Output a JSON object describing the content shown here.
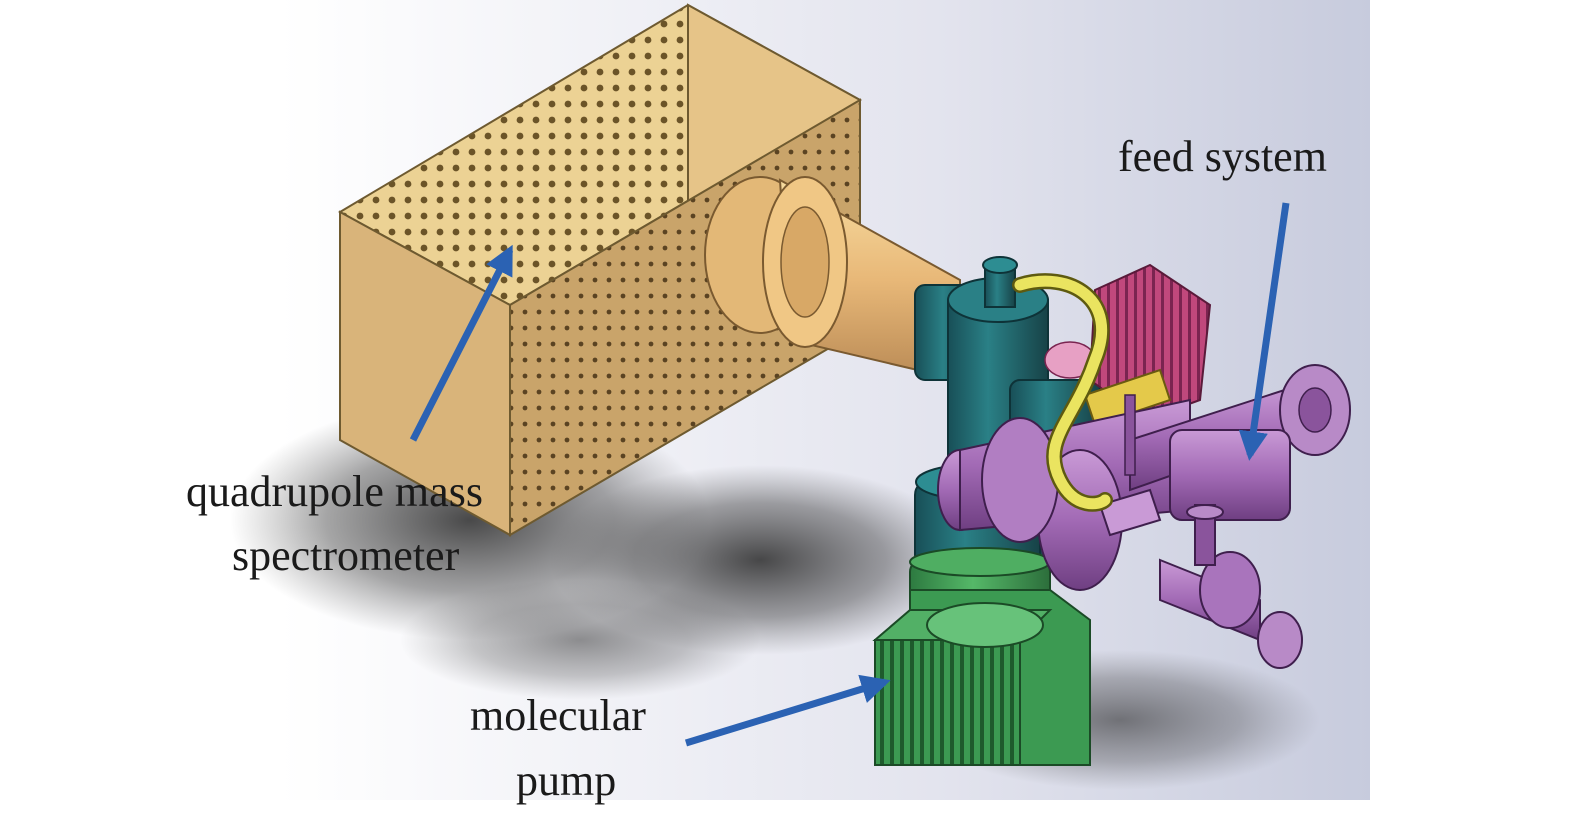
{
  "labels": {
    "feed_system": "feed system",
    "qms_line1": "quadrupole mass",
    "qms_line2": "spectrometer",
    "pump_line1": "molecular",
    "pump_line2": "pump"
  },
  "colors": {
    "arrow": "#2b62b3",
    "qms_body": "#e9cf8f",
    "flange": "#f0c785",
    "chamber_teal": "#1f6f73",
    "pump_green": "#3f9e55",
    "feed_purple": "#a26ab5",
    "tube_yellow": "#e8e25a",
    "heatsink_pink": "#c0487c"
  }
}
